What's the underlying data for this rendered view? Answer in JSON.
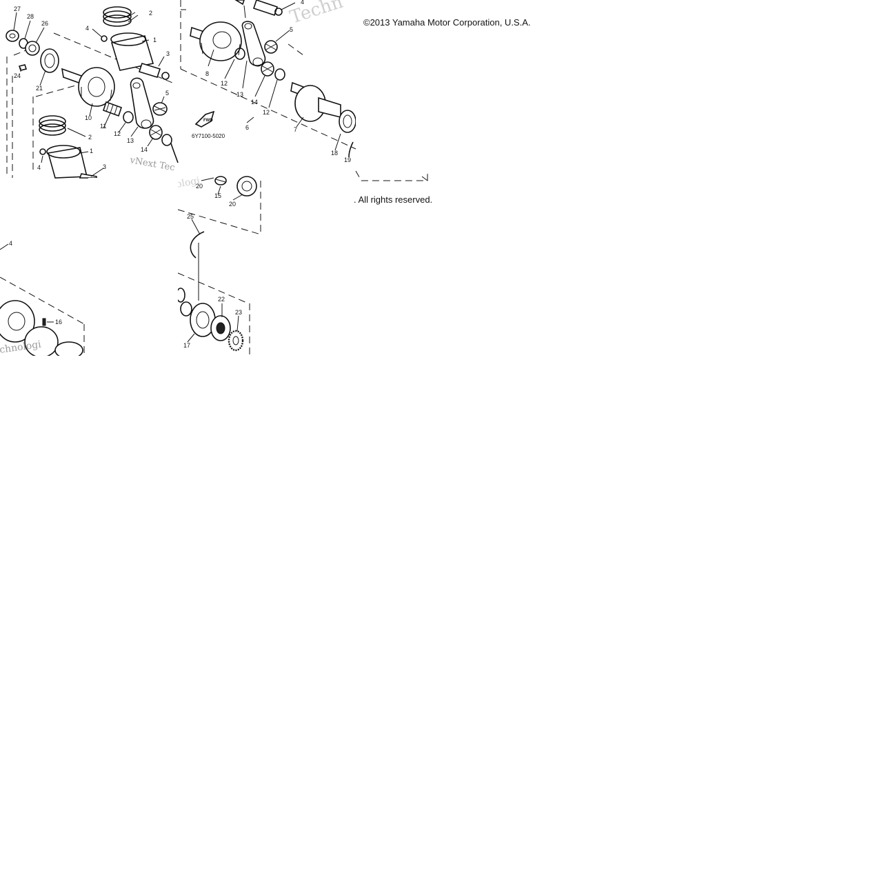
{
  "copyright_top": "©2013 Yamaha Motor Corporation, U.S.A.",
  "copyright_bottom": ". All rights reserved.",
  "diagram_code": "6Y7100-5020",
  "watermark": {
    "tile_a": "Techn",
    "tile_b": "vNext Tec",
    "tile_c": "ologi",
    "tile_d": "chnologi"
  },
  "callouts": {
    "tile_a": [
      {
        "id": "a27",
        "text": "27"
      },
      {
        "id": "a28",
        "text": "28"
      },
      {
        "id": "a26",
        "text": "26"
      },
      {
        "id": "a2top",
        "text": "2"
      },
      {
        "id": "a4top",
        "text": "4"
      },
      {
        "id": "a1top",
        "text": "1"
      },
      {
        "id": "a3top",
        "text": "3"
      },
      {
        "id": "a24",
        "text": "24"
      },
      {
        "id": "a21",
        "text": "21"
      },
      {
        "id": "a10",
        "text": "10"
      },
      {
        "id": "a11",
        "text": "11"
      },
      {
        "id": "a12",
        "text": "12"
      },
      {
        "id": "a13",
        "text": "13"
      },
      {
        "id": "a14",
        "text": "14"
      },
      {
        "id": "a5",
        "text": "5"
      },
      {
        "id": "a2bot",
        "text": "2"
      },
      {
        "id": "a1bot",
        "text": "1"
      },
      {
        "id": "a4bot",
        "text": "4"
      },
      {
        "id": "a3bot",
        "text": "3"
      }
    ],
    "tile_b": [
      {
        "id": "b4",
        "text": "4"
      },
      {
        "id": "b5",
        "text": "5"
      },
      {
        "id": "b8",
        "text": "8"
      },
      {
        "id": "b12a",
        "text": "12"
      },
      {
        "id": "b13",
        "text": "13"
      },
      {
        "id": "b14",
        "text": "14"
      },
      {
        "id": "b12b",
        "text": "12"
      },
      {
        "id": "b6",
        "text": "6"
      },
      {
        "id": "b7",
        "text": "7"
      },
      {
        "id": "b18",
        "text": "18"
      },
      {
        "id": "b19",
        "text": "19"
      }
    ],
    "tile_c": [
      {
        "id": "c20a",
        "text": "20"
      },
      {
        "id": "c15",
        "text": "15"
      },
      {
        "id": "c20b",
        "text": "20"
      },
      {
        "id": "c25",
        "text": "25"
      },
      {
        "id": "c22",
        "text": "22"
      },
      {
        "id": "c23",
        "text": "23"
      },
      {
        "id": "c17",
        "text": "17"
      }
    ],
    "tile_d": [
      {
        "id": "d4",
        "text": "4"
      },
      {
        "id": "d16",
        "text": "16"
      }
    ]
  }
}
